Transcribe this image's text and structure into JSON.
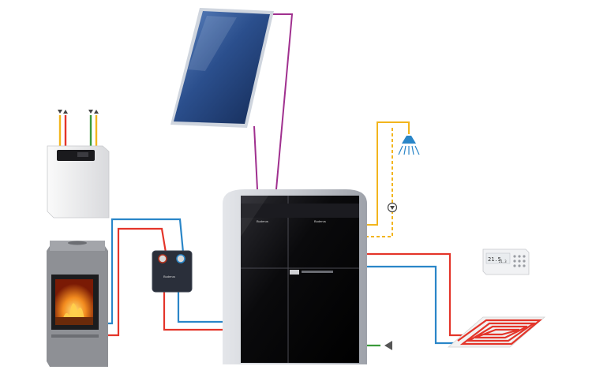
{
  "system": {
    "brand_label": "Buderus",
    "thermostat_reading": "21.5",
    "thermostat_reading_2": "21.3"
  },
  "colors": {
    "solar_loop": "#a0308f",
    "hot_flow": "#e4352a",
    "cold_return": "#2a86c8",
    "domestic_hot": "#f2b51d",
    "gas_supply": "#3a9a3a",
    "storage_body": "#c9ccd2",
    "glass_front": "#0b0b0e",
    "stove_body": "#8e9095",
    "solar_panel": "#2a4f8a"
  },
  "icons": [
    "solar-collector-icon",
    "heat-pump-ventilation-icon",
    "wood-stove-icon",
    "pump-station-icon",
    "storage-tank-icon",
    "shower-head-icon",
    "circulation-pump-icon",
    "room-thermostat-icon",
    "underfloor-heating-icon",
    "gas-inlet-arrow-icon"
  ]
}
